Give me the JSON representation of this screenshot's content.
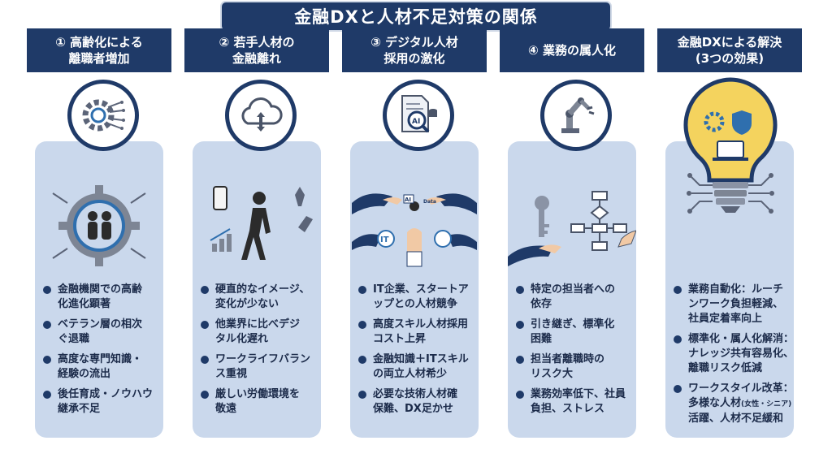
{
  "title": "金融DXと人材不足対策の関係",
  "columns": [
    {
      "header": "① 高齢化による\n離職者増加",
      "bullets": [
        "金融機関での高齢\n化進化顕著",
        "ベテラン層の相次\nぐ退職",
        "高度な専門知識・\n経験の流出",
        "後任育成・ノウハウ\n継承不足"
      ],
      "icon": "gear-circuit-icon",
      "illustration": "elderly-couple-gear-icon"
    },
    {
      "header": "② 若手人材の\n金融離れ",
      "bullets": [
        "硬直的なイメージ、\n変化が少ない",
        "他業界に比べデジ\nタル化遅れ",
        "ワークライフバラン\nス重視",
        "厳しい労働環境を\n敬遠"
      ],
      "icon": "cloud-transfer-icon",
      "illustration": "walking-person-icon"
    },
    {
      "header": "③ デジタル人材\n採用の激化",
      "bullets": [
        "IT企業、スタートア\nップとの人材競争",
        "高度スキル人材採用\nコスト上昇",
        "金融知識＋ITスキル\nの両立人材希少",
        "必要な技術人材確\n保難、DX足かせ"
      ],
      "icon": "ai-document-icon",
      "illustration": "hands-reaching-icon",
      "illus_labels": {
        "ai": "AI",
        "data": "Data",
        "it": "IT"
      }
    },
    {
      "header": "④ 業務の属人化",
      "bullets": [
        "特定の担当者への\n依存",
        "引き継ぎ、標準化\n困難",
        "担当者離職時の\nリスク大",
        "業務効率低下、社員\n負担、ストレス"
      ],
      "icon": "robot-arm-icon",
      "illustration": "key-flowchart-icon"
    },
    {
      "header": "金融DXによる解決\n(3つの効果)",
      "bullets": [
        "業務自動化：ルーチ\nンワーク負担軽減、\n社員定着率向上",
        "標準化・属人化解消：\nナレッジ共有容易化、\n離職リスク低減"
      ],
      "last_bullet": {
        "pre": "ワークスタイル改革：\n多様な人材",
        "small": "(女性・シニア)",
        "post": "\n活躍、人材不足緩和"
      },
      "icon": "lightbulb-icon",
      "illustration": "lightbulb-circuit-icon"
    }
  ],
  "colors": {
    "navy": "#1f3a68",
    "panel": "#cad8ec",
    "bulb": "#f4d35e"
  }
}
